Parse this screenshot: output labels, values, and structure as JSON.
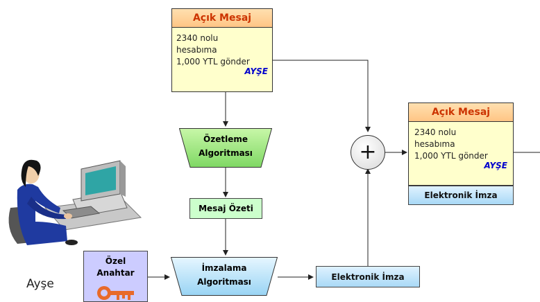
{
  "message_top": {
    "header": "Açık Mesaj",
    "line1": "2340 nolu",
    "line2": "hesabıma",
    "line3": "1,000 YTL gönder",
    "signer": "AYŞE"
  },
  "hash_algorithm": {
    "line1": "Özetleme",
    "line2": "Algoritması"
  },
  "message_digest": "Mesaj Özeti",
  "private_key": {
    "line1": "Özel",
    "line2": "Anahtar"
  },
  "sign_algorithm": {
    "line1": "İmzalama",
    "line2": "Algoritması"
  },
  "signature_box": "Elektronik İmza",
  "combine_symbol": "+",
  "message_right": {
    "header": "Açık Mesaj",
    "line1": "2340 nolu",
    "line2": "hesabıma",
    "line3": "1,000 YTL gönder",
    "signer": "AYŞE",
    "signature_label": "Elektronik İmza"
  },
  "person_label": "Ayşe",
  "colors": {
    "header_text": "#cc3300",
    "message_bg": "#ffffcc",
    "key_box_bg": "#ccccff",
    "key_icon": "#e86a2a",
    "signer_text": "#0000cc"
  }
}
